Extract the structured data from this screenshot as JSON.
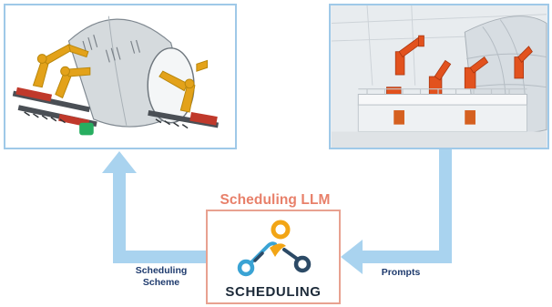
{
  "llm": {
    "title": "Scheduling LLM",
    "logo_text": "SCHEDULING"
  },
  "edges": {
    "left_label": "Scheduling Scheme",
    "right_label": "Prompts"
  },
  "colors": {
    "arrow": "#a9d3ef",
    "panel_border": "#9fc9e8",
    "llm_title": "#e8806a",
    "llm_border": "#e8a190",
    "label": "#1f3b6e",
    "logo_dark": "#2c4a66",
    "logo_blue": "#3aa3d4",
    "logo_orange": "#f2a516",
    "robot_orange": "#e2521e",
    "robot_yellow": "#e3a21a"
  },
  "icons": {
    "left_panel": "robot-cell-simulation-image",
    "right_panel": "robot-assembly-line-photo",
    "logo": "scheduling-nodes-icon"
  }
}
